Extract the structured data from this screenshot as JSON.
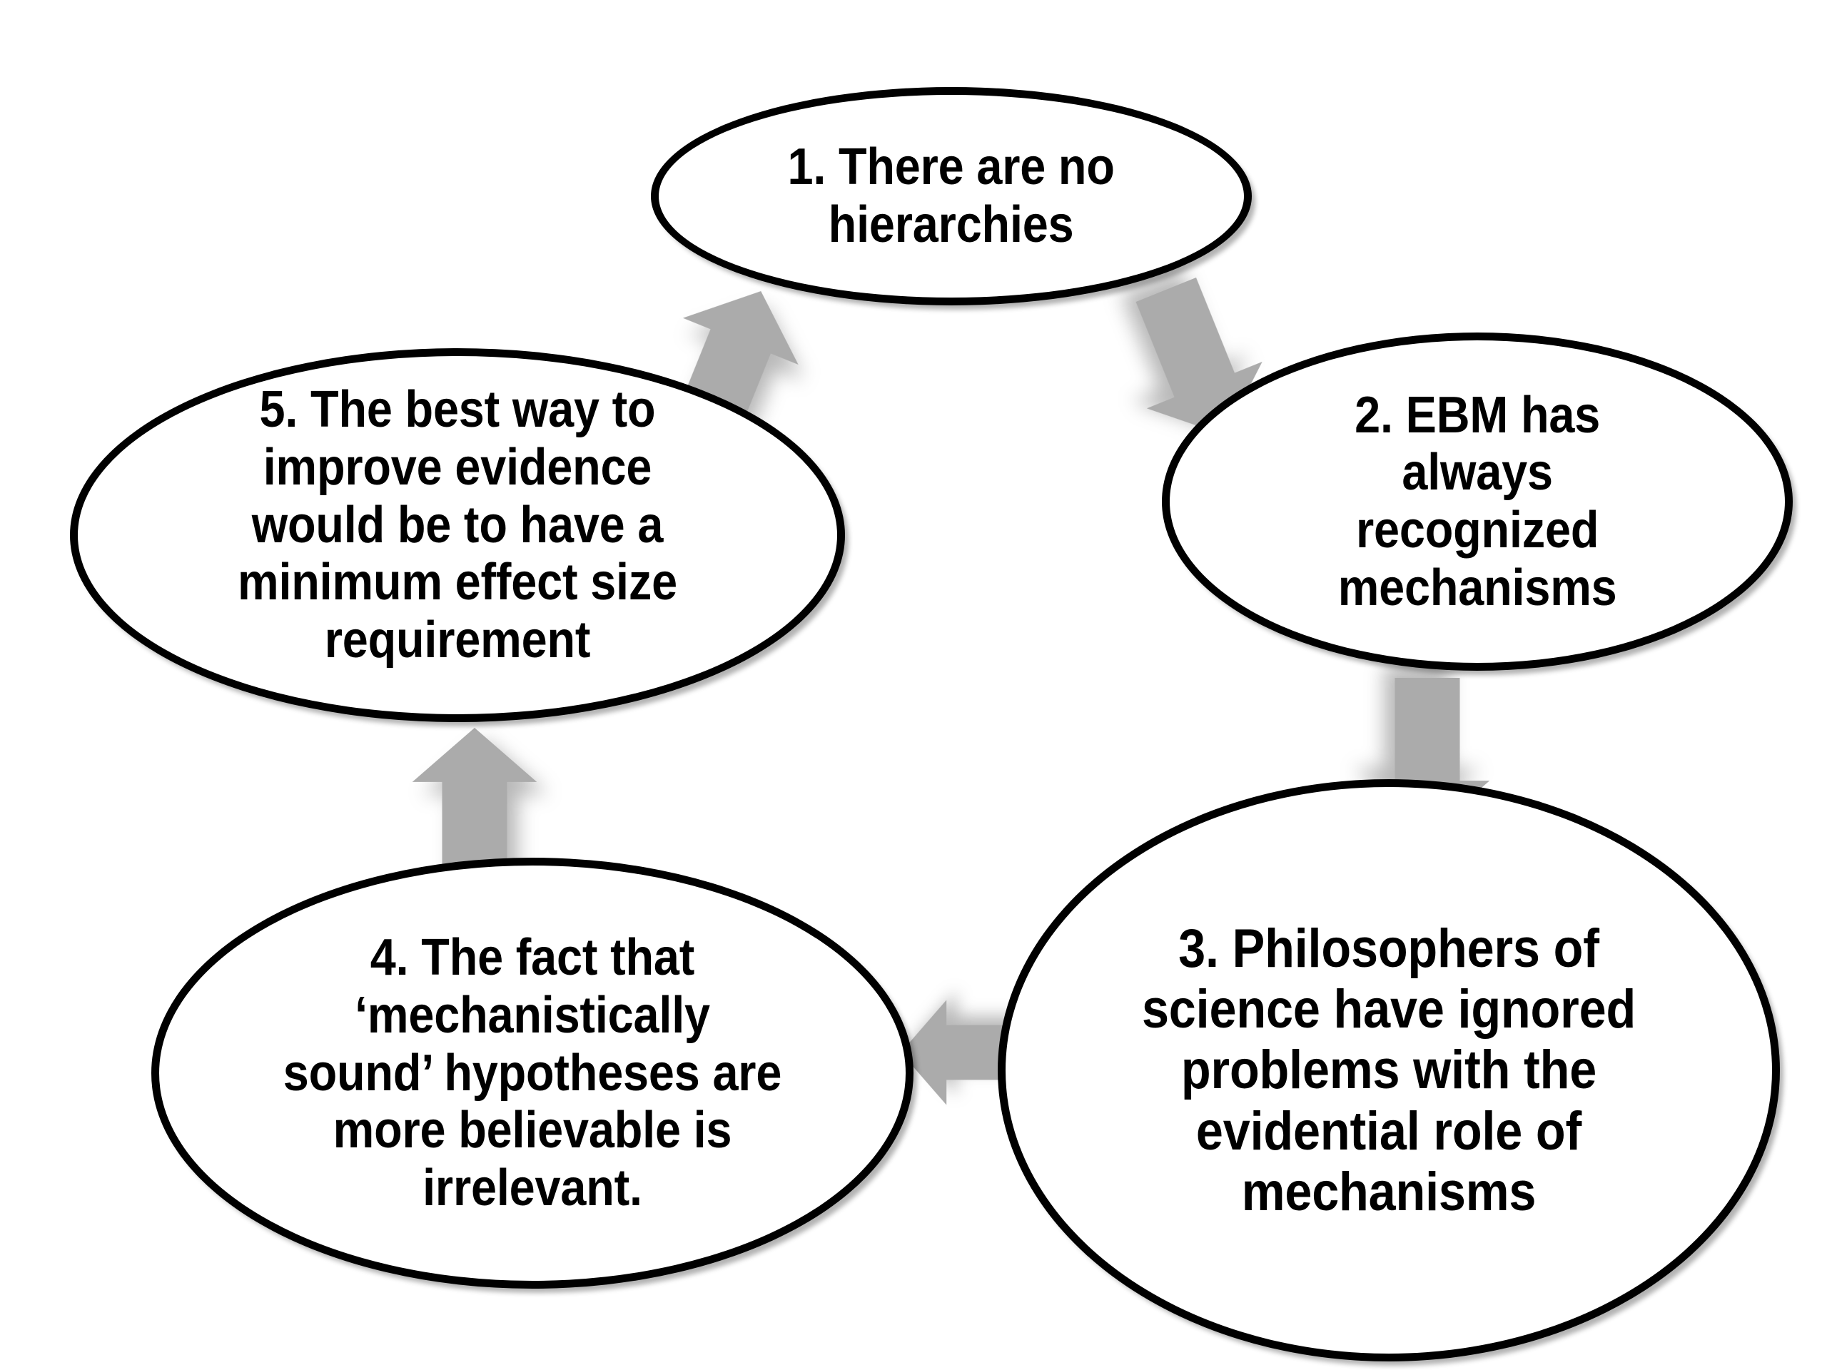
{
  "diagram": {
    "type": "cycle",
    "background_color": "#ffffff",
    "node_fill_color": "#ffffff",
    "node_border_color": "#000000",
    "arrow_color": "#ababab",
    "text_color": "#000000",
    "node_count": 5,
    "arrow_count": 5,
    "nodes": [
      {
        "id": "1",
        "number": "1.",
        "text": "1. There are no\nhierarchies",
        "position": "top"
      },
      {
        "id": "2",
        "number": "2.",
        "text": "2. EBM has\nalways\nrecognized\nmechanisms",
        "position": "right-upper"
      },
      {
        "id": "3",
        "number": "3.",
        "text": "3. Philosophers of science have ignored problems with the evidential role of mechanisms",
        "position": "right-lower"
      },
      {
        "id": "4",
        "number": "4.",
        "text": "4. The fact that ‘mechanistically sound’ hypotheses are more believable is irrelevant.",
        "position": "left-lower"
      },
      {
        "id": "5",
        "number": "5.",
        "text": "5. The best way to improve evidence would be to have a minimum effect size requirement",
        "position": "left-upper"
      }
    ],
    "arrows": [
      {
        "id": "5-to-1",
        "from": "5",
        "to": "1",
        "direction": "up-right",
        "icon": "block-arrow-icon"
      },
      {
        "id": "1-to-2",
        "from": "1",
        "to": "2",
        "direction": "down-right",
        "icon": "block-arrow-icon"
      },
      {
        "id": "2-to-3",
        "from": "2",
        "to": "3",
        "direction": "down",
        "icon": "block-arrow-icon"
      },
      {
        "id": "3-to-4",
        "from": "3",
        "to": "4",
        "direction": "left",
        "icon": "block-arrow-icon"
      },
      {
        "id": "4-to-5",
        "from": "4",
        "to": "5",
        "direction": "up",
        "icon": "block-arrow-icon"
      }
    ]
  }
}
